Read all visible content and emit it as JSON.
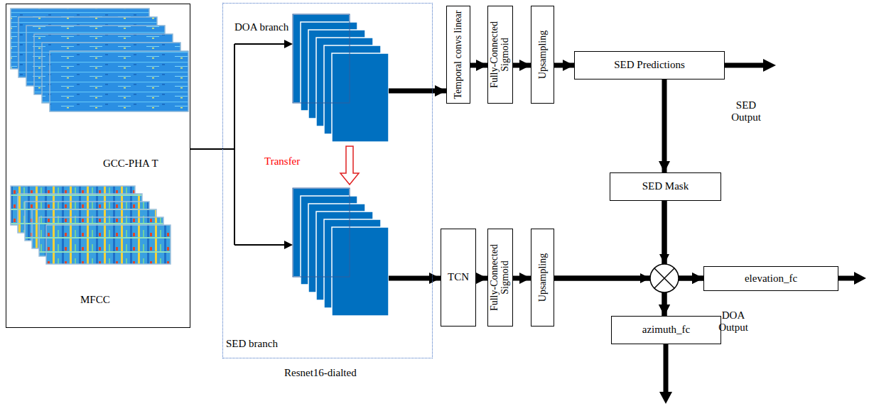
{
  "diagram": {
    "nodes": [
      {
        "text": [
          "GCC-PHA T",
          "MFCC"
        ]
      },
      {
        "text": [
          "Resnet16-dialted"
        ]
      },
      {
        "text": [
          "Temporal convs linear"
        ]
      },
      {
        "text": [
          "Fully-Connected Sigmoid"
        ]
      },
      {
        "text": [
          "Upsampling"
        ]
      },
      {
        "text": [
          "SED Predictions"
        ]
      },
      {
        "text": [
          "SED Mask"
        ]
      },
      {
        "text": [
          "TCN"
        ]
      },
      {
        "text": [
          "Fully-Connected Sigmoid"
        ]
      },
      {
        "text": [
          "Upsampling"
        ]
      },
      {
        "text": [
          "elevation_fc"
        ]
      },
      {
        "text": [
          "azimuth_fc"
        ]
      }
    ],
    "edges": [
      {
        "from": 0,
        "to": 1,
        "arrow": "none"
      },
      {
        "from": 1,
        "to": 2,
        "arrow": "to"
      },
      {
        "from": 2,
        "to": 3,
        "arrow": "to"
      },
      {
        "from": 3,
        "to": 4,
        "arrow": "to"
      },
      {
        "from": 4,
        "to": 5,
        "arrow": "to"
      },
      {
        "from": 5,
        "to": 6,
        "arrow": "to"
      },
      {
        "from": 1,
        "to": 7,
        "arrow": "to"
      },
      {
        "from": 7,
        "to": 8,
        "arrow": "to"
      },
      {
        "from": 8,
        "to": 9,
        "arrow": "to"
      },
      {
        "from": 9,
        "to": 10,
        "arrow": "to"
      },
      {
        "from": 9,
        "to": 11,
        "arrow": "to"
      },
      {
        "from": 6,
        "to": 10,
        "arrow": "to"
      },
      {
        "from": 6,
        "to": 11,
        "arrow": "to"
      }
    ],
    "labels": [
      "DOA branch",
      "Transfer",
      "SED branch",
      "SED Output",
      "DOA Output"
    ]
  }
}
